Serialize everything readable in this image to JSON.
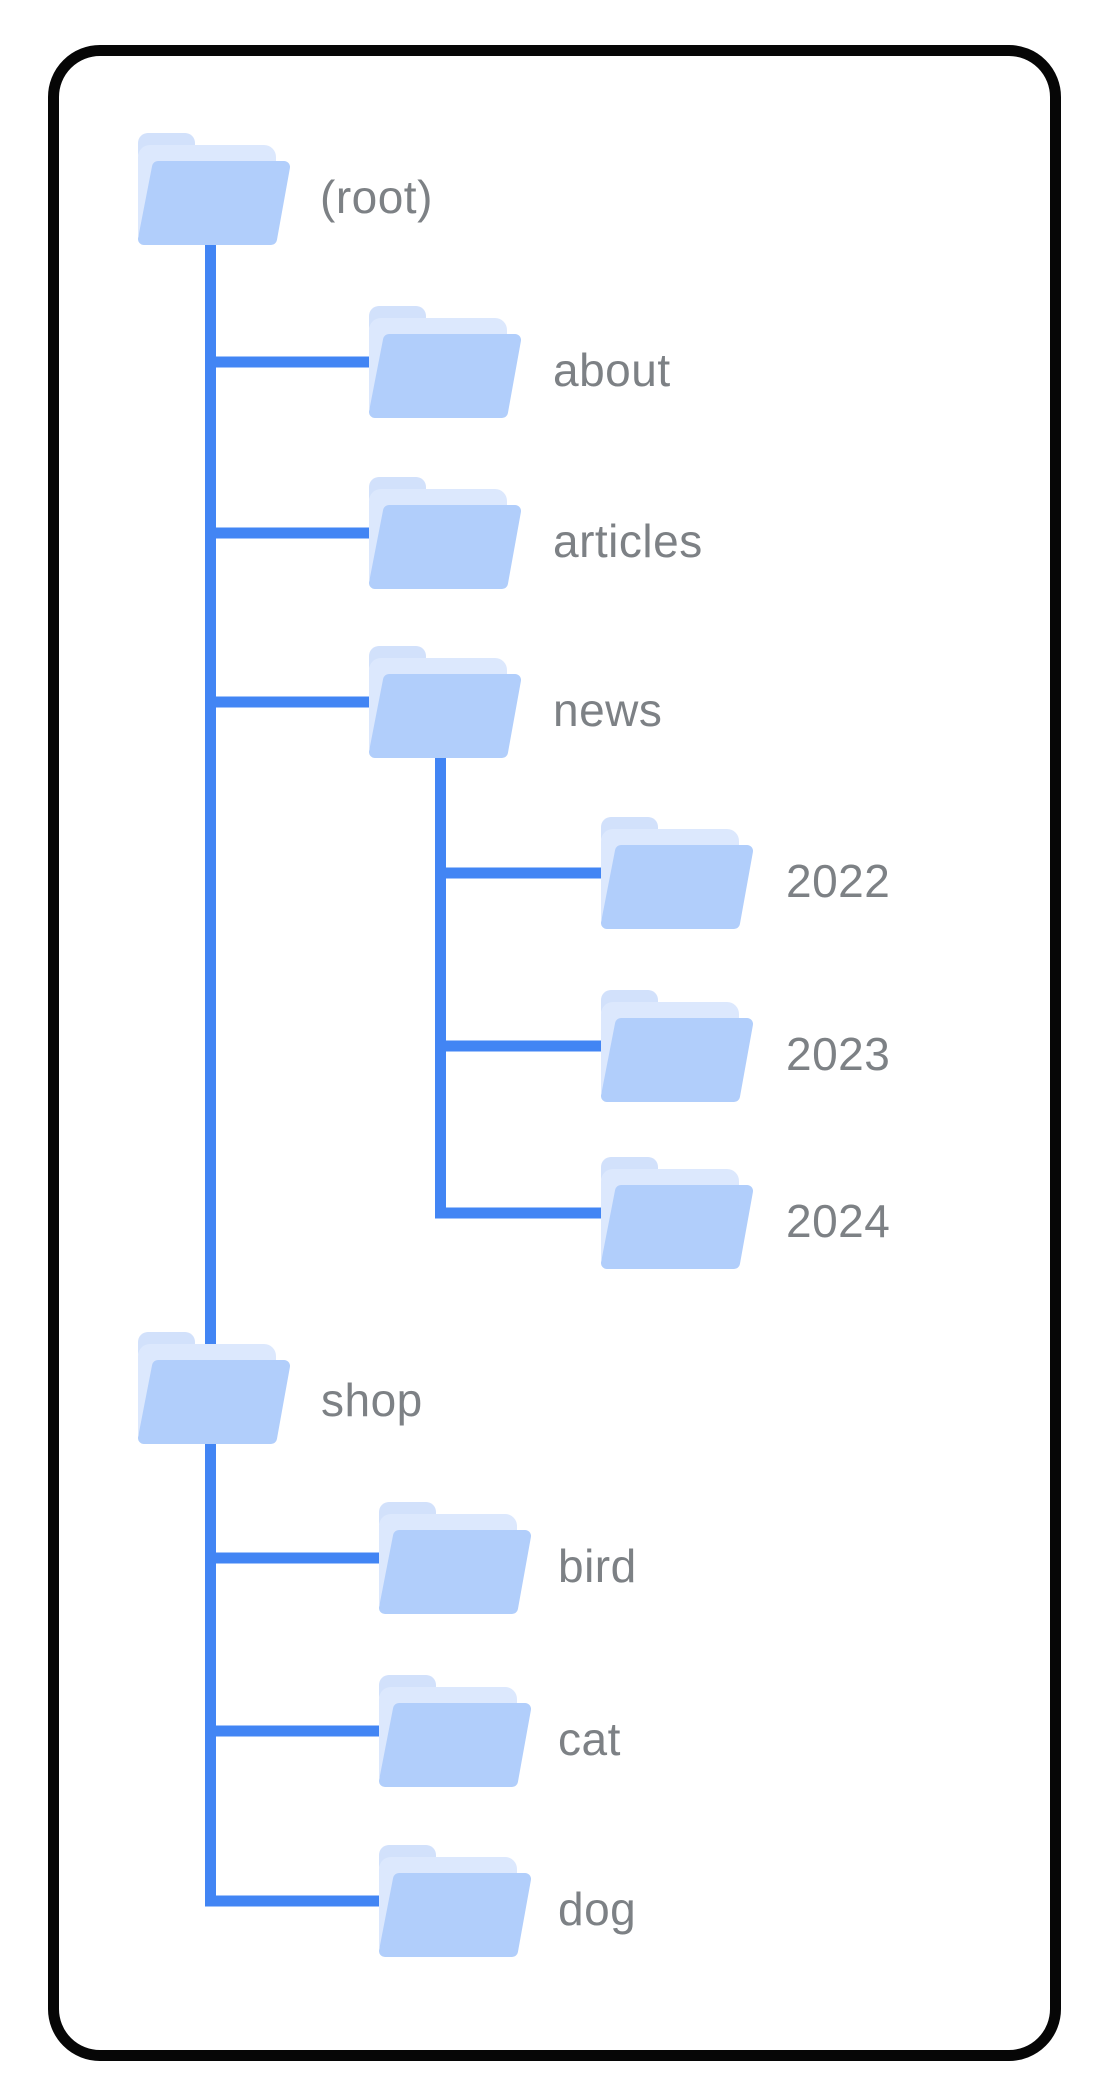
{
  "diagram": {
    "type": "folder-tree",
    "colors": {
      "connector": "#4285f4",
      "folder_front": "#b1cefb",
      "folder_back": "#dce8fd",
      "folder_tab": "#d2e1fb",
      "label_text": "#7d8185",
      "card_border": "#060606",
      "background": "#ffffff"
    },
    "tree": {
      "nodes": [
        {
          "id": "root",
          "label": "(root)",
          "depth": 0
        },
        {
          "id": "about",
          "label": "about",
          "depth": 1
        },
        {
          "id": "articles",
          "label": "articles",
          "depth": 1
        },
        {
          "id": "news",
          "label": "news",
          "depth": 1
        },
        {
          "id": "y2022",
          "label": "2022",
          "depth": 2
        },
        {
          "id": "y2023",
          "label": "2023",
          "depth": 2
        },
        {
          "id": "y2024",
          "label": "2024",
          "depth": 2
        },
        {
          "id": "shop",
          "label": "shop",
          "depth": 0
        },
        {
          "id": "bird",
          "label": "bird",
          "depth": 1
        },
        {
          "id": "cat",
          "label": "cat",
          "depth": 1
        },
        {
          "id": "dog",
          "label": "dog",
          "depth": 1
        }
      ],
      "hierarchy": {
        "(root)": [
          "about",
          "articles",
          "news"
        ],
        "news": [
          "2022",
          "2023",
          "2024"
        ],
        "shop": [
          "bird",
          "cat",
          "dog"
        ]
      }
    }
  }
}
